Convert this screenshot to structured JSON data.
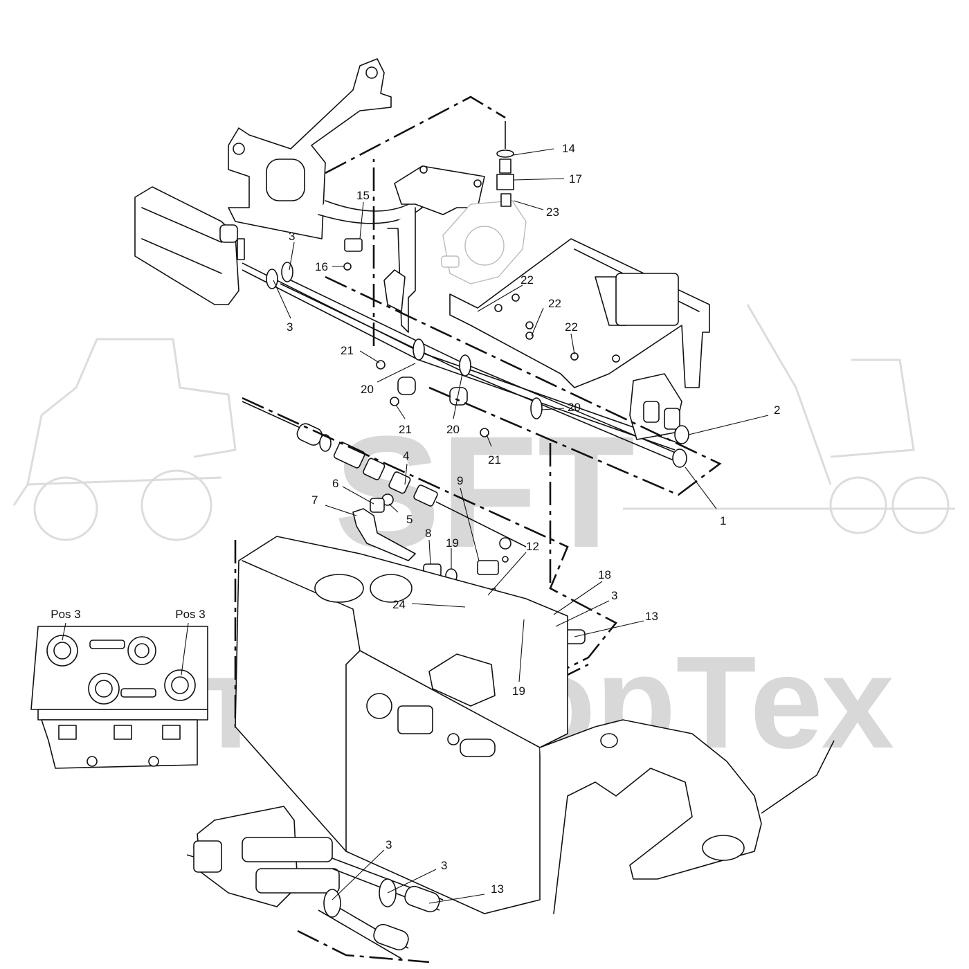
{
  "watermark": {
    "brand": "SFT",
    "name": "СпецФорТех"
  },
  "callouts": [
    {
      "id": "c14",
      "label": "14"
    },
    {
      "id": "c17",
      "label": "17"
    },
    {
      "id": "c23",
      "label": "23"
    },
    {
      "id": "c15",
      "label": "15"
    },
    {
      "id": "c3a",
      "label": "3"
    },
    {
      "id": "c16",
      "label": "16"
    },
    {
      "id": "c3b",
      "label": "3"
    },
    {
      "id": "c22a",
      "label": "22"
    },
    {
      "id": "c22b",
      "label": "22"
    },
    {
      "id": "c22c",
      "label": "22"
    },
    {
      "id": "c21a",
      "label": "21"
    },
    {
      "id": "c20a",
      "label": "20"
    },
    {
      "id": "c21b",
      "label": "21"
    },
    {
      "id": "c20b",
      "label": "20"
    },
    {
      "id": "c20c",
      "label": "20"
    },
    {
      "id": "c21c",
      "label": "21"
    },
    {
      "id": "c2",
      "label": "2"
    },
    {
      "id": "c1",
      "label": "1"
    },
    {
      "id": "c4",
      "label": "4"
    },
    {
      "id": "c6",
      "label": "6"
    },
    {
      "id": "c9",
      "label": "9"
    },
    {
      "id": "c7",
      "label": "7"
    },
    {
      "id": "c5",
      "label": "5"
    },
    {
      "id": "c8",
      "label": "8"
    },
    {
      "id": "c19a",
      "label": "19"
    },
    {
      "id": "c12",
      "label": "12"
    },
    {
      "id": "c18",
      "label": "18"
    },
    {
      "id": "c3c",
      "label": "3"
    },
    {
      "id": "c24",
      "label": "24"
    },
    {
      "id": "c13a",
      "label": "13"
    },
    {
      "id": "c19b",
      "label": "19"
    },
    {
      "id": "c3d",
      "label": "3"
    },
    {
      "id": "c3e",
      "label": "3"
    },
    {
      "id": "c13b",
      "label": "13"
    }
  ],
  "inset": {
    "label_left": "Pos 3",
    "label_right": "Pos 3"
  }
}
